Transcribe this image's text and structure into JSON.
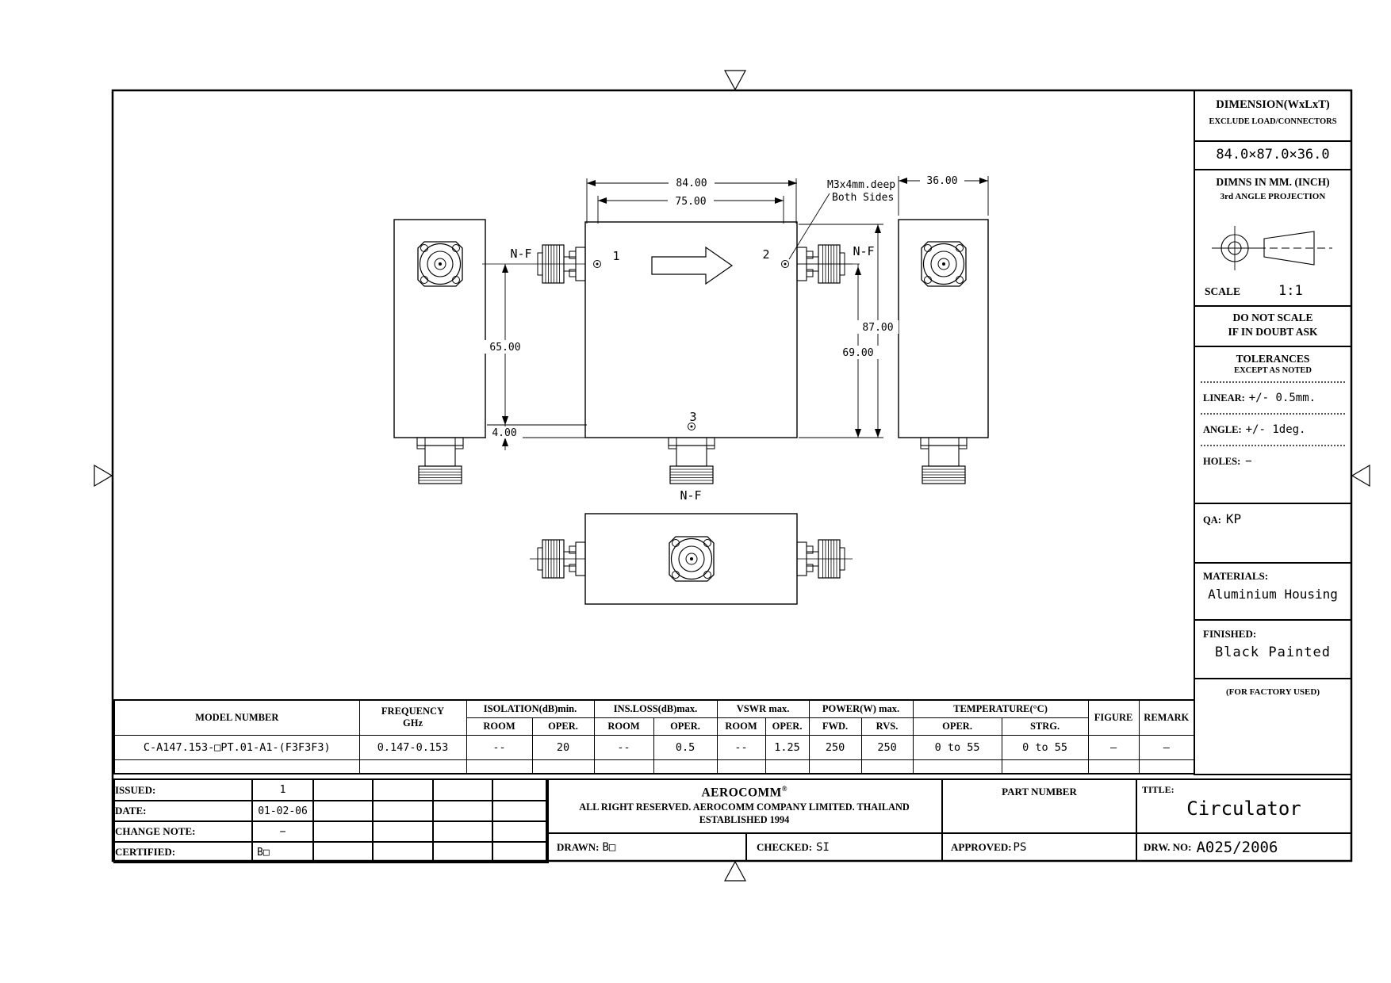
{
  "sidebar": {
    "dimension_title": "DIMENSION(WxLxT)",
    "dimension_note": "EXCLUDE LOAD/CONNECTORS",
    "dimension_value": "84.0×87.0×36.0",
    "units": "DIMNS IN MM. (INCH)",
    "projection": "3rd ANGLE PROJECTION",
    "scale_label": "SCALE",
    "scale_value": "1:1",
    "warning_line1": "DO NOT SCALE",
    "warning_line2": "IF IN DOUBT ASK",
    "tolerances_title": "TOLERANCES",
    "tolerances_note": "EXCEPT AS NOTED",
    "linear_label": "LINEAR:",
    "linear_value": "+/-  0.5mm.",
    "angle_label": "ANGLE:",
    "angle_value": "+/-  1deg.",
    "holes_label": "HOLES:",
    "holes_value": "−",
    "qa_label": "QA:",
    "qa_value": "KP",
    "materials_label": "MATERIALS:",
    "materials_value": "Aluminium Housing",
    "finished_label": "FINISHED:",
    "finished_value": "Black Painted",
    "factory_note": "(FOR FACTORY USED)"
  },
  "drawing": {
    "dim_width": "84.00",
    "dim_inner": "75.00",
    "dim_height": "87.00",
    "dim_port_height": "69.00",
    "dim_left": "65.00",
    "dim_bottom": "4.00",
    "dim_depth": "36.00",
    "callout_line1": "M3x4mm.deep",
    "callout_line2": "Both Sides",
    "port1": "1",
    "port2": "2",
    "port3": "3",
    "nf": "N-F"
  },
  "spec_table": {
    "headers": {
      "model": "MODEL NUMBER",
      "frequency": "FREQUENCY",
      "frequency_unit": "GHz",
      "isolation": "ISOLATION(dB)min.",
      "ins_loss": "INS.LOSS(dB)max.",
      "vswr": "VSWR  max.",
      "power": "POWER(W)  max.",
      "temperature": "TEMPERATURE(°C)",
      "figure": "FIGURE",
      "remark": "REMARK"
    },
    "subheaders": [
      "ROOM",
      "OPER.",
      "ROOM",
      "OPER.",
      "ROOM",
      "OPER.",
      "FWD.",
      "RVS.",
      "OPER.",
      "STRG."
    ],
    "row": {
      "model": "C-A147.153-□PT.01-A1-(F3F3F3)",
      "frequency": "0.147-0.153",
      "isolation_room": "--",
      "isolation_oper": "20",
      "ins_loss_room": "--",
      "ins_loss_oper": "0.5",
      "vswr_room": "--",
      "vswr_oper": "1.25",
      "power_fwd": "250",
      "power_rvs": "250",
      "temp_oper": "0 to 55",
      "temp_strg": "0 to 55",
      "figure": "—",
      "remark": "—"
    }
  },
  "revision_table": {
    "rows": [
      {
        "label": "ISSUED:",
        "value": "1"
      },
      {
        "label": "DATE:",
        "value": "01-02-06"
      },
      {
        "label": "CHANGE NOTE:",
        "value": "−"
      },
      {
        "label": "CERTIFIED:",
        "value": "B□"
      }
    ]
  },
  "company": {
    "name": "AEROCOMM",
    "reg": "®",
    "rights": "ALL RIGHT RESERVED.  AEROCOMM COMPANY LIMITED.  THAILAND",
    "established": "ESTABLISHED 1994"
  },
  "approval": {
    "drawn_label": "DRAWN:",
    "drawn": "B□",
    "checked_label": "CHECKED:",
    "checked": "SI",
    "approved_label": "APPROVED:",
    "approved": "PS",
    "part_number_label": "PART  NUMBER"
  },
  "title_block": {
    "title_label": "TITLE:",
    "title": "Circulator",
    "drw_label": "DRW.  NO:",
    "drw_no": "A025/2006"
  }
}
